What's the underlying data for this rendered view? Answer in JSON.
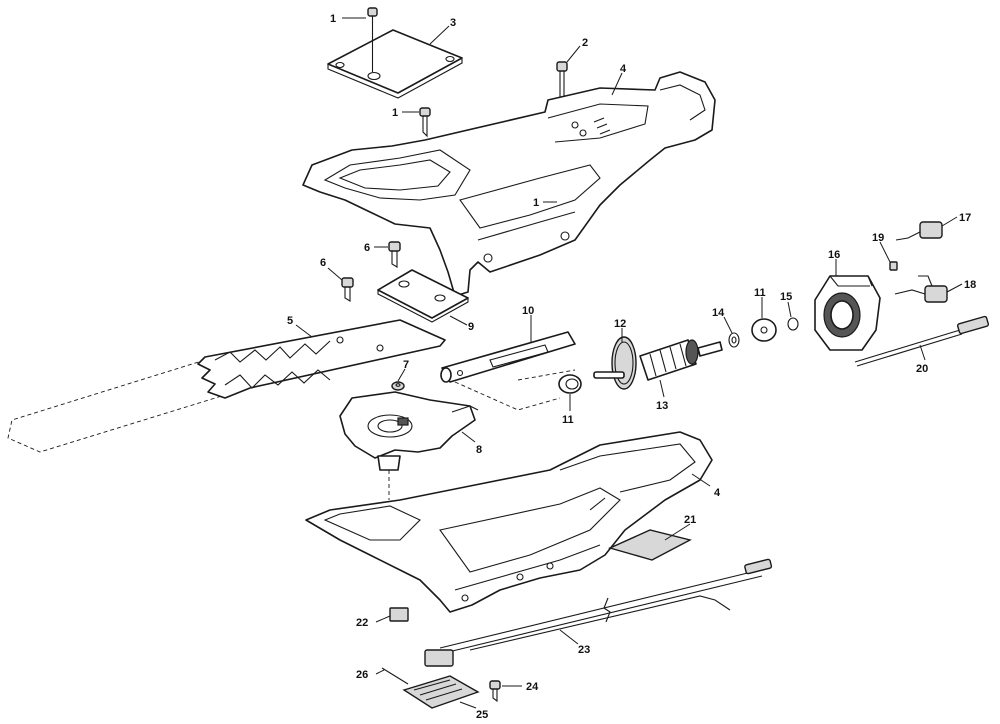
{
  "diagram": {
    "callouts": [
      {
        "id": "c1a",
        "text": "1"
      },
      {
        "id": "c2",
        "text": "2"
      },
      {
        "id": "c3",
        "text": "3"
      },
      {
        "id": "c4a",
        "text": "4"
      },
      {
        "id": "c1b",
        "text": "1"
      },
      {
        "id": "c1c",
        "text": "1"
      },
      {
        "id": "c6a",
        "text": "6"
      },
      {
        "id": "c6b",
        "text": "6"
      },
      {
        "id": "c5",
        "text": "5"
      },
      {
        "id": "c9",
        "text": "9"
      },
      {
        "id": "c10",
        "text": "10"
      },
      {
        "id": "c12",
        "text": "12"
      },
      {
        "id": "c11a",
        "text": "11"
      },
      {
        "id": "c15",
        "text": "15"
      },
      {
        "id": "c16",
        "text": "16"
      },
      {
        "id": "c19",
        "text": "19"
      },
      {
        "id": "c17",
        "text": "17"
      },
      {
        "id": "c14",
        "text": "14"
      },
      {
        "id": "c18",
        "text": "18"
      },
      {
        "id": "c7",
        "text": "7"
      },
      {
        "id": "c13",
        "text": "13"
      },
      {
        "id": "c11b",
        "text": "11"
      },
      {
        "id": "c20",
        "text": "20"
      },
      {
        "id": "c8",
        "text": "8"
      },
      {
        "id": "c4b",
        "text": "4"
      },
      {
        "id": "c21",
        "text": "21"
      },
      {
        "id": "c22",
        "text": "22"
      },
      {
        "id": "c23",
        "text": "23"
      },
      {
        "id": "c26",
        "text": "26"
      },
      {
        "id": "c24",
        "text": "24"
      },
      {
        "id": "c25",
        "text": "25"
      }
    ]
  }
}
